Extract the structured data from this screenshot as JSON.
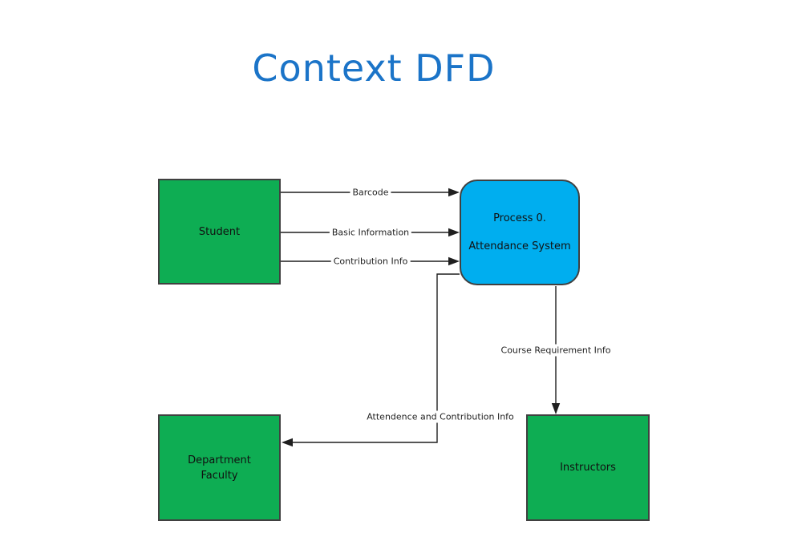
{
  "title": "Context DFD",
  "colors": {
    "title_blue": "#1B74C8",
    "entity_green": "#0EAD53",
    "process_blue": "#00AEEF",
    "box_border": "#404040",
    "line_black": "#1F1F1F"
  },
  "nodes": {
    "student": {
      "label": "Student"
    },
    "process": {
      "line1": "Process 0.",
      "line2": "Attendance System"
    },
    "department_faculty": {
      "line1": "Department",
      "line2": "Faculty"
    },
    "instructors": {
      "label": "Instructors"
    }
  },
  "flows": {
    "barcode": "Barcode",
    "basic_information": "Basic Information",
    "contribution_info": "Contribution Info",
    "course_requirement_info": "Course Requirement Info",
    "attendence_and_contribution_info": "Attendence and Contribution Info"
  }
}
